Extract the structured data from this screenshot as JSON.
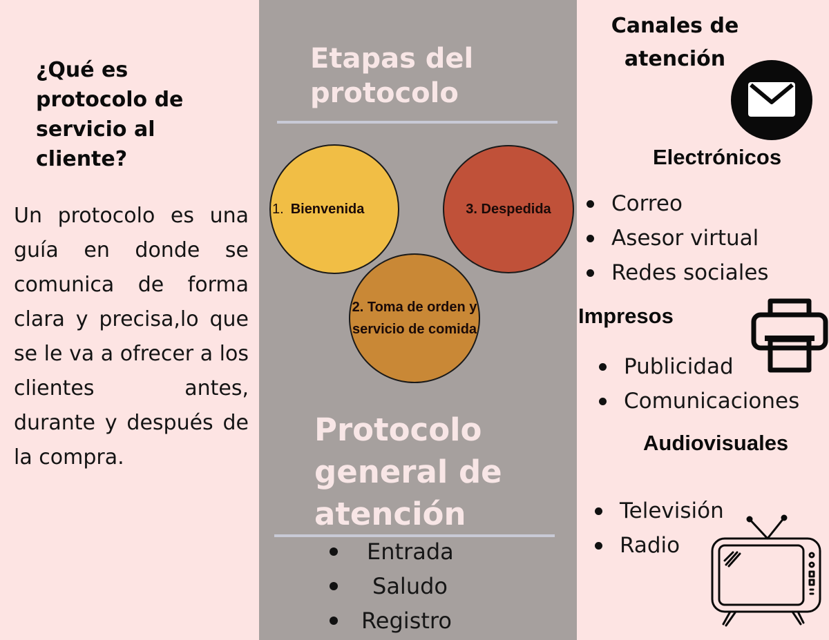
{
  "left": {
    "title": "¿Qué es protocolo de servicio al cliente?",
    "body": "Un protocolo es una guía en donde se comunica de forma clara y precisa,lo que se le va a ofrecer a los clientes antes, durante y después de la compra."
  },
  "middle": {
    "stages_title": "Etapas del protocolo",
    "stages": [
      {
        "number": "1.",
        "label": "Bienvenida",
        "color": "#f1be45"
      },
      {
        "label": "2. Toma de orden y servicio de comida",
        "color": "#c98836"
      },
      {
        "label": "3. Despedida",
        "color": "#c05139"
      }
    ],
    "general_title": "Protocolo general de atención",
    "general_items": [
      "Entrada",
      "Saludo",
      "Registro"
    ]
  },
  "right": {
    "title": "Canales de atención",
    "electronic_heading": "Electrónicos",
    "electronic_items": [
      "Correo",
      "Asesor virtual",
      "Redes sociales"
    ],
    "printed_heading": "Impresos",
    "printed_items": [
      "Publicidad",
      "Comunicaciones"
    ],
    "audiovisual_heading": "Audiovisuales",
    "audiovisual_items": [
      "Televisión",
      "Radio"
    ],
    "icons": [
      "mail-icon",
      "printer-icon",
      "tv-icon"
    ]
  },
  "colors": {
    "side_background": "#fde4e3",
    "middle_background": "#a6a09e",
    "heading_light": "#f8e6e6",
    "divider": "#c8cad6"
  }
}
